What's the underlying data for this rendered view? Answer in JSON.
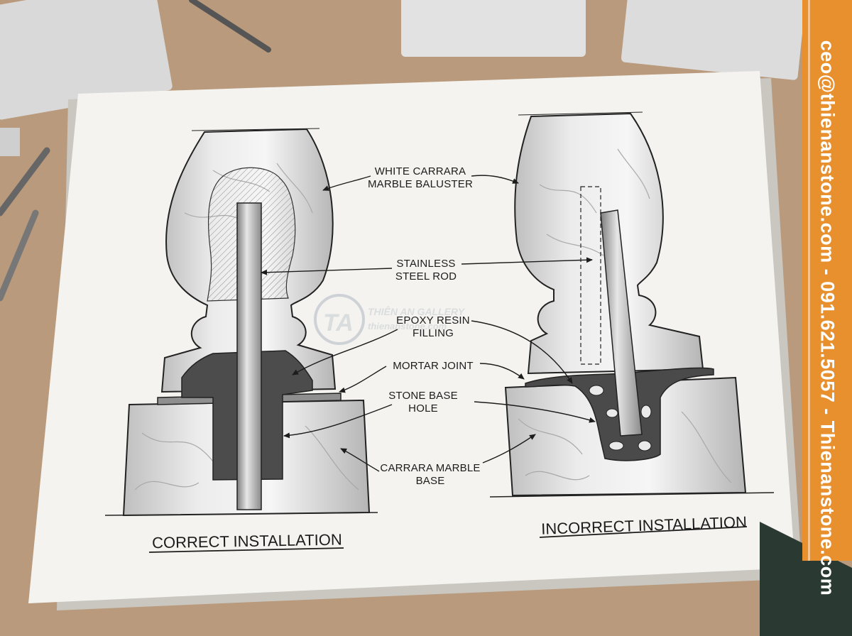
{
  "labels": {
    "baluster": [
      "WHITE CARRARA",
      "MARBLE BALUSTER"
    ],
    "rod": [
      "STAINLESS",
      "STEEL ROD"
    ],
    "epoxy": [
      "EPOXY RESIN",
      "FILLING"
    ],
    "mortar": [
      "MORTAR JOINT"
    ],
    "hole": [
      "STONE BASE",
      "HOLE"
    ],
    "base": [
      "CARRARA MARBLE",
      "BASE"
    ]
  },
  "captions": {
    "correct": "CORRECT INSTALLATION",
    "incorrect": "INCORRECT INSTALLATION"
  },
  "watermark": {
    "logo_letters": "TA",
    "brand": "THIÊN AN GALLERY",
    "site": "thienanstone.com"
  },
  "contact_banner": "ceo@thienanstone.com - 091.621.5057 - Thienanstone.com",
  "colors": {
    "banner_orange": "#e88f2e",
    "corner_green": "#2a3a33",
    "paper": "#f4f3ef",
    "desk": "#b99a7c"
  }
}
